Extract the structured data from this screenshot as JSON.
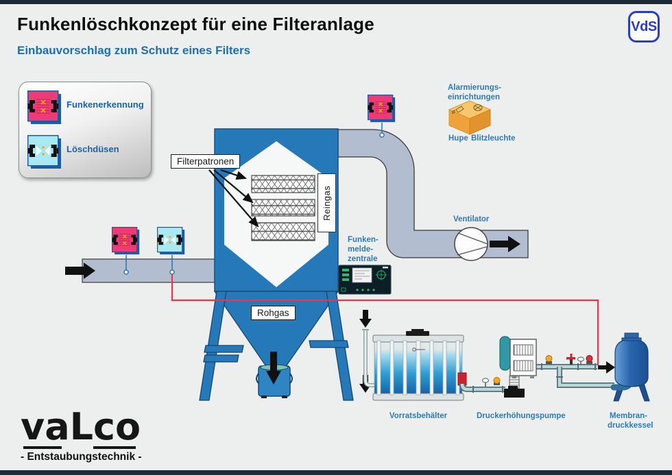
{
  "page": {
    "title": "Funkenlöschkonzept für eine Filteranlage",
    "subtitle": "Einbauvorschlag zum Schutz eines Filters"
  },
  "badge": {
    "label": "VdS"
  },
  "legend": {
    "spark_detection_label": "Funkenerkennung",
    "nozzles_label": "Löschdüsen"
  },
  "labels": {
    "filter_cartridges": "Filterpatronen",
    "clean_gas": "Reingas",
    "raw_gas": "Rohgas",
    "spark_panel_line1": "Funken-",
    "spark_panel_line2": "melde-",
    "spark_panel_line3": "zentrale",
    "alarm_line1": "Alarmierungs-",
    "alarm_line2": "einrichtungen",
    "horn": "Hupe",
    "flash": "Blitzleuchte",
    "fan": "Ventilator",
    "tank": "Vorratsbehälter",
    "pump": "Druckerhöhungspumpe",
    "vessel_line1": "Membran-",
    "vessel_line2": "druckkessel"
  },
  "footer": {
    "logo_text": "vaLco",
    "tagline": "- Entstaubungstechnik -"
  },
  "colors": {
    "accent_blue_text": "#2e7ab5",
    "subtitle_blue": "#1d6fb5",
    "filter_blue": "#2679b9",
    "duct_gray_blue": "#b2bdd0",
    "spark_detector_pink": "#ee3b76",
    "nozzle_cyan": "#a9e9f2",
    "extinguish_line_red": "#f0334f",
    "alarm_orange": "#f0a23a",
    "vds_blue": "#2b3bce"
  }
}
